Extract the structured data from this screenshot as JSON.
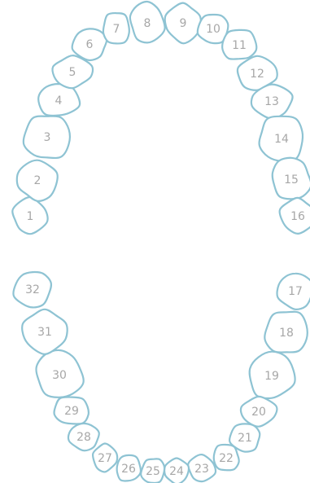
{
  "teeth": [
    {
      "number": "1"
    },
    {
      "number": "2"
    },
    {
      "number": "3"
    },
    {
      "number": "4"
    },
    {
      "number": "5"
    },
    {
      "number": "6"
    },
    {
      "number": "7"
    },
    {
      "number": "8"
    },
    {
      "number": "9"
    },
    {
      "number": "10"
    },
    {
      "number": "11"
    },
    {
      "number": "12"
    },
    {
      "number": "13"
    },
    {
      "number": "14"
    },
    {
      "number": "15"
    },
    {
      "number": "16"
    },
    {
      "number": "17"
    },
    {
      "number": "18"
    },
    {
      "number": "19"
    },
    {
      "number": "20"
    },
    {
      "number": "21"
    },
    {
      "number": "22"
    },
    {
      "number": "23"
    },
    {
      "number": "24"
    },
    {
      "number": "25"
    },
    {
      "number": "26"
    },
    {
      "number": "27"
    },
    {
      "number": "28"
    },
    {
      "number": "29"
    },
    {
      "number": "30"
    },
    {
      "number": "31"
    },
    {
      "number": "32"
    }
  ],
  "colors": {
    "outline": "#8ec3d3",
    "number": "#a7a7a7",
    "fill": "#ffffff"
  }
}
